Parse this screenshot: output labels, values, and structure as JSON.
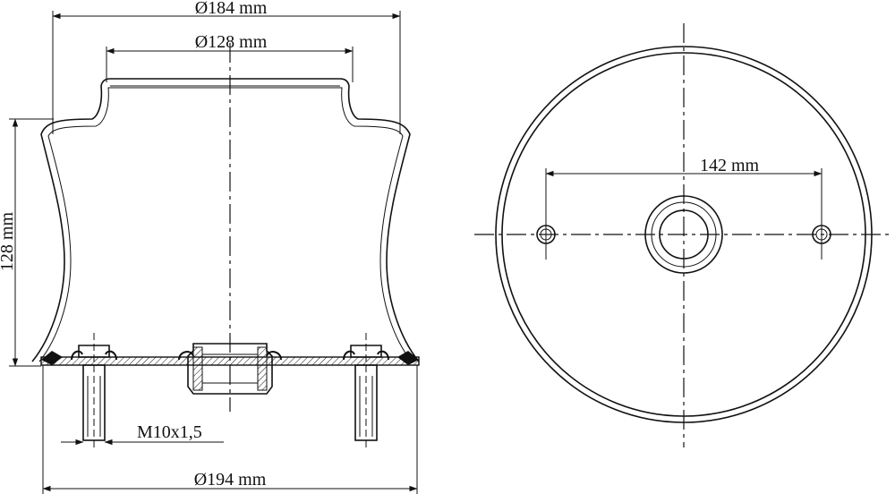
{
  "labels": {
    "top_outer_diameter": "Ø184 mm",
    "top_inner_diameter": "Ø128 mm",
    "height": "128 mm",
    "thread": "M10x1,5",
    "bottom_diameter": "Ø194 mm",
    "bolt_spacing": "142 mm"
  },
  "colors": {
    "line": "#111111",
    "background": "#ffffff"
  }
}
